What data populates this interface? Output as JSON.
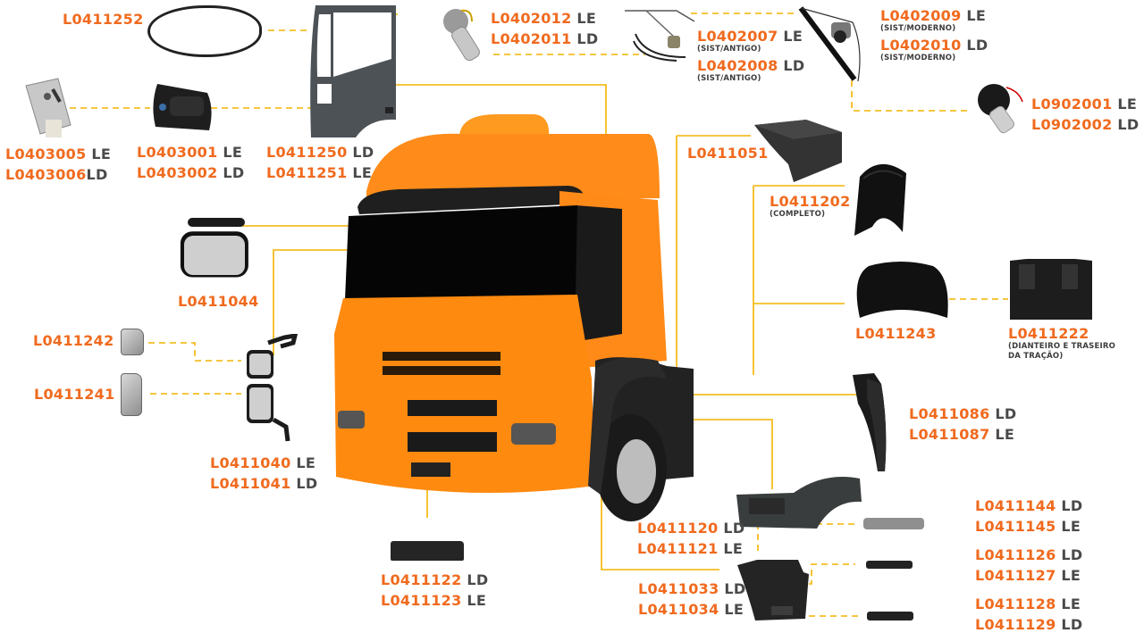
{
  "diagram": {
    "type": "truck-parts-catalog",
    "accent_color": "#f06a1e",
    "side_color": "#4a4a4a",
    "connector_color": "#f4b400",
    "truck_color": "#ff8c1a"
  },
  "parts": {
    "window_seal": {
      "codes": [
        {
          "code": "L0411252",
          "side": ""
        }
      ]
    },
    "door_latch": {
      "codes": [
        {
          "code": "L0403005",
          "side": "LE"
        },
        {
          "code": "L0403006",
          "side": "LD"
        }
      ]
    },
    "door_handle": {
      "codes": [
        {
          "code": "L0403001",
          "side": "LE"
        },
        {
          "code": "L0403002",
          "side": "LD"
        }
      ]
    },
    "door": {
      "codes": [
        {
          "code": "L0411250",
          "side": "LD"
        },
        {
          "code": "L0411251",
          "side": "LE"
        }
      ]
    },
    "window_motor_old": {
      "codes": [
        {
          "code": "L0402012",
          "side": "LE"
        },
        {
          "code": "L0402011",
          "side": "LD"
        }
      ]
    },
    "window_regulator_old": {
      "codes": [
        {
          "code": "L0402007",
          "side": "LE",
          "note": "(SIST/ANTIGO)"
        },
        {
          "code": "L0402008",
          "side": "LD",
          "note": "(SIST/ANTIGO)"
        }
      ]
    },
    "window_regulator_modern": {
      "codes": [
        {
          "code": "L0402009",
          "side": "LE",
          "note": "(SIST/MODERNO)"
        },
        {
          "code": "L0402010",
          "side": "LD",
          "note": "(SIST/MODERNO)"
        }
      ]
    },
    "window_motor_modern": {
      "codes": [
        {
          "code": "L0902001",
          "side": "LE"
        },
        {
          "code": "L0902002",
          "side": "LD"
        }
      ]
    },
    "battery_cover": {
      "codes": [
        {
          "code": "L0411051",
          "side": ""
        }
      ]
    },
    "rear_fender_complete": {
      "codes": [
        {
          "code": "L0411202",
          "side": "",
          "note": "(COMPLETO)"
        }
      ]
    },
    "fender_half": {
      "codes": [
        {
          "code": "L0411243",
          "side": ""
        }
      ]
    },
    "mudflap_traction": {
      "codes": [
        {
          "code": "L0411222",
          "side": "",
          "note": "(DIANTEIRO E TRASEIRO DA TRAÇÃO)"
        }
      ]
    },
    "front_mudguard": {
      "codes": [
        {
          "code": "L0411086",
          "side": "LD"
        },
        {
          "code": "L0411087",
          "side": "LE"
        }
      ]
    },
    "upper_step_box": {
      "codes": [
        {
          "code": "L0411120",
          "side": "LD"
        },
        {
          "code": "L0411121",
          "side": "LE"
        }
      ]
    },
    "step_tread_upper": {
      "codes": [
        {
          "code": "L0411144",
          "side": "LD"
        },
        {
          "code": "L0411145",
          "side": "LE"
        }
      ]
    },
    "lower_step_box": {
      "codes": [
        {
          "code": "L0411033",
          "side": "LD"
        },
        {
          "code": "L0411034",
          "side": "LE"
        }
      ]
    },
    "step_tread_middle": {
      "codes": [
        {
          "code": "L0411126",
          "side": "LD"
        },
        {
          "code": "L0411127",
          "side": "LE"
        }
      ]
    },
    "step_tread_lower": {
      "codes": [
        {
          "code": "L0411128",
          "side": "LE"
        },
        {
          "code": "L0411129",
          "side": "LD"
        }
      ]
    },
    "bumper_trim": {
      "codes": [
        {
          "code": "L0411122",
          "side": "LD"
        },
        {
          "code": "L0411123",
          "side": "LE"
        }
      ]
    },
    "kerb_mirror": {
      "codes": [
        {
          "code": "L0411044",
          "side": ""
        }
      ]
    },
    "mirror_glass_small": {
      "codes": [
        {
          "code": "L0411242",
          "side": ""
        }
      ]
    },
    "mirror_glass_large": {
      "codes": [
        {
          "code": "L0411241",
          "side": ""
        }
      ]
    },
    "main_mirror": {
      "codes": [
        {
          "code": "L0411040",
          "side": "LE"
        },
        {
          "code": "L0411041",
          "side": "LD"
        }
      ]
    }
  }
}
